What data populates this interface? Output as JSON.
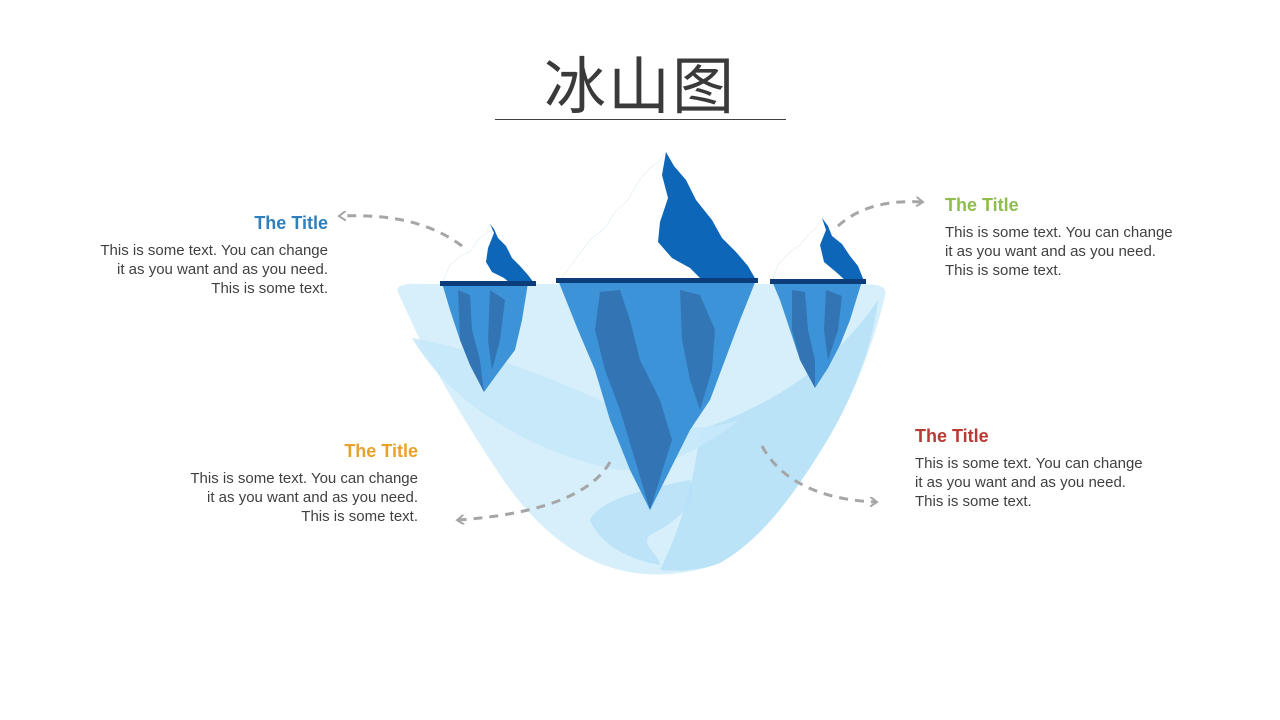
{
  "slide": {
    "title": "冰山图"
  },
  "callouts": [
    {
      "title": "The Title",
      "body": "This is some text. You can change it as you want and as you need. This is some text.",
      "color": "#2e7fbd"
    },
    {
      "title": "The Title",
      "body": "This is some text. You can change it as you want and as you need. This is some text.",
      "color": "#8ebd4e"
    },
    {
      "title": "The Title",
      "body": "This is some text. You can change it as you want and as you need. This is some text.",
      "color": "#e8a22b"
    },
    {
      "title": "The Title",
      "body": "This is some text. You can change it as you want and as you need. This is some text.",
      "color": "#b83a35"
    }
  ],
  "colors": {
    "water_light": "#d6effb",
    "water_mid": "#b5e0f7",
    "ice_dark": "#0e66b8",
    "ice_underwater": "#3d93d8",
    "ice_deep": "#2f6aa8",
    "waterline": "#0d3c7a",
    "arrow": "#a6a6a6"
  }
}
